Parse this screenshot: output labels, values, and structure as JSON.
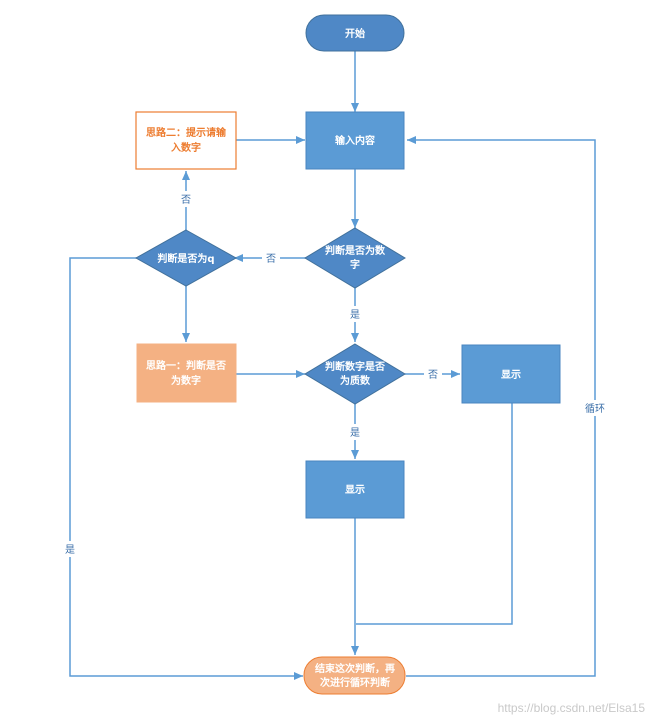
{
  "colors": {
    "blue": "#5b9bd5",
    "blue_stroke": "#4a86c0",
    "orange": "#f4b183",
    "orange_stroke": "#ed7d31",
    "orange_text": "#ed7d31",
    "line": "#5b9bd5",
    "white": "#ffffff"
  },
  "nodes": {
    "start": "开始",
    "input": "输入内容",
    "decision_number": [
      "判断是否为数",
      "字"
    ],
    "decision_q": "判断是否为q",
    "idea_two": [
      "思路二：提示请输",
      "入数字"
    ],
    "idea_one": [
      "思路一：判断是否",
      "为数字"
    ],
    "decision_prime": [
      "判断数字是否",
      "为质数"
    ],
    "show_right": "显示",
    "show_center": "显示",
    "end": [
      "结束这次判断，再",
      "次进行循环判断"
    ]
  },
  "edge_labels": {
    "no_to_q": "否",
    "no_to_idea_two": "否",
    "yes_number": "是",
    "no_prime": "否",
    "yes_prime": "是",
    "yes_q": "是",
    "loop": "循环"
  },
  "watermark": "https://blog.csdn.net/Elsa15"
}
